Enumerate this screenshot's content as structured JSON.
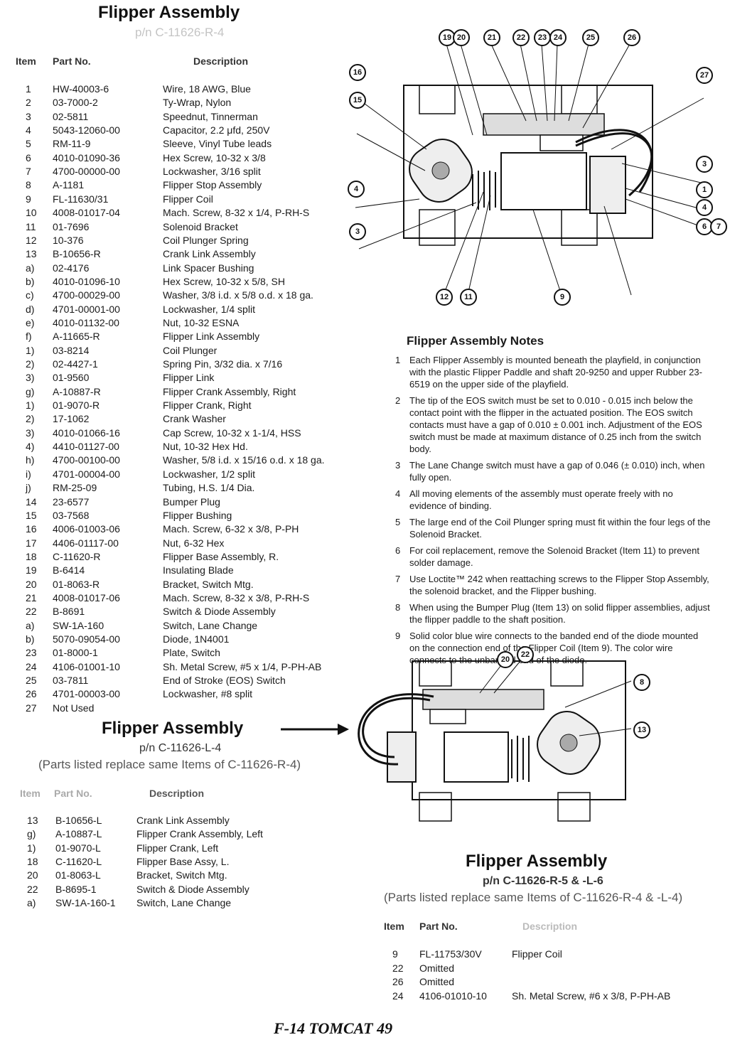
{
  "rh_section": {
    "title": "Flipper Assembly",
    "pn": "p/n C-11626-R-4",
    "headers": {
      "item": "Item",
      "part": "Part No.",
      "desc": "Description"
    },
    "rows": [
      {
        "item": "1",
        "part": "HW-40003-6",
        "desc": "Wire, 18 AWG, Blue"
      },
      {
        "item": "2",
        "part": "03-7000-2",
        "desc": "Ty-Wrap, Nylon"
      },
      {
        "item": "3",
        "part": "02-5811",
        "desc": "Speednut, Tinnerman"
      },
      {
        "item": "4",
        "part": "5043-12060-00",
        "desc": "Capacitor, 2.2 μfd, 250V"
      },
      {
        "item": "5",
        "part": "RM-11-9",
        "desc": "Sleeve, Vinyl Tube leads"
      },
      {
        "item": "6",
        "part": "4010-01090-36",
        "desc": "Hex Screw, 10-32 x 3/8"
      },
      {
        "item": "7",
        "part": "4700-00000-00",
        "desc": "Lockwasher, 3/16 split"
      },
      {
        "item": "8",
        "part": "A-1181",
        "desc": "Flipper Stop Assembly"
      },
      {
        "item": "9",
        "part": "FL-11630/31",
        "desc": "Flipper Coil"
      },
      {
        "item": "10",
        "part": "4008-01017-04",
        "desc": "Mach. Screw, 8-32 x 1/4, P-RH-S"
      },
      {
        "item": "11",
        "part": "01-7696",
        "desc": "Solenoid Bracket"
      },
      {
        "item": "12",
        "part": "10-376",
        "desc": "Coil Plunger Spring"
      },
      {
        "item": "13",
        "part": "B-10656-R",
        "desc": "Crank Link Assembly"
      },
      {
        "item": "a)",
        "part": "02-4176",
        "desc": "Link Spacer Bushing"
      },
      {
        "item": "b)",
        "part": "4010-01096-10",
        "desc": "Hex Screw, 10-32 x 5/8, SH"
      },
      {
        "item": "c)",
        "part": "4700-00029-00",
        "desc": "Washer, 3/8 i.d. x 5/8 o.d. x 18 ga."
      },
      {
        "item": "d)",
        "part": "4701-00001-00",
        "desc": "Lockwasher, 1/4 split"
      },
      {
        "item": "e)",
        "part": "4010-01132-00",
        "desc": "Nut, 10-32 ESNA"
      },
      {
        "item": "f)",
        "part": "A-11665-R",
        "desc": "Flipper Link Assembly"
      },
      {
        "item": "1)",
        "part": "03-8214",
        "desc": "Coil Plunger"
      },
      {
        "item": "2)",
        "part": "02-4427-1",
        "desc": "Spring Pin, 3/32 dia. x 7/16"
      },
      {
        "item": "3)",
        "part": "01-9560",
        "desc": "Flipper Link"
      },
      {
        "item": "g)",
        "part": "A-10887-R",
        "desc": "Flipper Crank Assembly, Right"
      },
      {
        "item": "1)",
        "part": "01-9070-R",
        "desc": "Flipper Crank, Right"
      },
      {
        "item": "2)",
        "part": "17-1062",
        "desc": "Crank Washer"
      },
      {
        "item": "3)",
        "part": "4010-01066-16",
        "desc": "Cap Screw, 10-32 x 1-1/4, HSS"
      },
      {
        "item": "4)",
        "part": "4410-01127-00",
        "desc": "Nut, 10-32 Hex Hd."
      },
      {
        "item": "h)",
        "part": "4700-00100-00",
        "desc": "Washer, 5/8 i.d. x 15/16 o.d. x 18 ga."
      },
      {
        "item": "i)",
        "part": "4701-00004-00",
        "desc": "Lockwasher, 1/2 split"
      },
      {
        "item": "j)",
        "part": "RM-25-09",
        "desc": "Tubing, H.S. 1/4 Dia."
      },
      {
        "item": "14",
        "part": "23-6577",
        "desc": "Bumper Plug"
      },
      {
        "item": "15",
        "part": "03-7568",
        "desc": "Flipper Bushing"
      },
      {
        "item": "16",
        "part": "4006-01003-06",
        "desc": "Mach. Screw, 6-32 x 3/8, P-PH"
      },
      {
        "item": "17",
        "part": "4406-01117-00",
        "desc": "Nut, 6-32 Hex"
      },
      {
        "item": "18",
        "part": "C-11620-R",
        "desc": "Flipper Base Assembly, R."
      },
      {
        "item": "19",
        "part": "B-6414",
        "desc": "Insulating Blade"
      },
      {
        "item": "20",
        "part": "01-8063-R",
        "desc": "Bracket, Switch Mtg."
      },
      {
        "item": "21",
        "part": "4008-01017-06",
        "desc": "Mach. Screw, 8-32 x 3/8, P-RH-S"
      },
      {
        "item": "22",
        "part": "B-8691",
        "desc": "Switch & Diode Assembly"
      },
      {
        "item": "a)",
        "part": "SW-1A-160",
        "desc": "Switch, Lane Change"
      },
      {
        "item": "b)",
        "part": "5070-09054-00",
        "desc": "Diode, 1N4001"
      },
      {
        "item": "23",
        "part": "01-8000-1",
        "desc": "Plate, Switch"
      },
      {
        "item": "24",
        "part": "4106-01001-10",
        "desc": "Sh. Metal Screw, #5 x 1/4, P-PH-AB"
      },
      {
        "item": "25",
        "part": "03-7811",
        "desc": "End of Stroke (EOS) Switch"
      },
      {
        "item": "26",
        "part": "4701-00003-00",
        "desc": "Lockwasher, #8 split"
      },
      {
        "item": "27",
        "part": "Not Used",
        "desc": ""
      }
    ]
  },
  "arrow_label": {
    "title": "Flipper Assembly",
    "pn": "p/n C-11626-L-4",
    "note": "(Parts listed replace same Items of C-11626-R-4)"
  },
  "lh_section": {
    "headers": {
      "item": "Item",
      "part": "Part No.",
      "desc": "Description"
    },
    "rows": [
      {
        "item": "13",
        "part": "B-10656-L",
        "desc": "Crank Link Assembly"
      },
      {
        "item": "g)",
        "part": "A-10887-L",
        "desc": "Flipper Crank Assembly, Left"
      },
      {
        "item": "1)",
        "part": "01-9070-L",
        "desc": "Flipper Crank, Left"
      },
      {
        "item": "18",
        "part": "C-11620-L",
        "desc": "Flipper Base Assy, L."
      },
      {
        "item": "20",
        "part": "01-8063-L",
        "desc": "Bracket, Switch Mtg."
      },
      {
        "item": "22",
        "part": "B-8695-1",
        "desc": "Switch & Diode Assembly"
      },
      {
        "item": "a)",
        "part": "SW-1A-160-1",
        "desc": "Switch, Lane Change"
      }
    ]
  },
  "notes": {
    "title": "Flipper Assembly Notes",
    "items": [
      {
        "n": "1",
        "text": "Each Flipper Assembly is mounted beneath the playfield, in conjunction with the plastic Flipper Paddle and shaft 20-9250 and upper Rubber 23-6519 on the upper side of the playfield."
      },
      {
        "n": "2",
        "text": "The tip of the EOS switch must be set to 0.010 - 0.015 inch below the contact point with the flipper in the actuated position. The EOS switch contacts must have a gap of 0.010 ± 0.001 inch. Adjustment of the EOS switch must be made at maximum distance of 0.25 inch from the switch body."
      },
      {
        "n": "3",
        "text": "The Lane Change switch must have a gap of 0.046 (± 0.010) inch, when fully open."
      },
      {
        "n": "4",
        "text": "All moving elements of the assembly must operate freely with no evidence of binding."
      },
      {
        "n": "5",
        "text": "The large end of the Coil Plunger spring must fit within the four legs of the Solenoid Bracket."
      },
      {
        "n": "6",
        "text": "For coil replacement, remove the Solenoid Bracket (Item 11) to prevent solder damage."
      },
      {
        "n": "7",
        "text": "Use Loctite™ 242 when reattaching screws to the Flipper Stop Assembly, the solenoid bracket, and the Flipper bushing."
      },
      {
        "n": "8",
        "text": "When using the Bumper Plug (Item 13) on solid flipper assemblies, adjust the flipper paddle to the shaft position."
      },
      {
        "n": "9",
        "text": "Solid color blue wire connects to the banded end of the diode mounted on the connection end of the Flipper Coil (Item 9). The color wire connects to the unbanded end of the diode."
      }
    ]
  },
  "bottom_right": {
    "title": "Flipper Assembly",
    "pn": "p/n C-11626-R-5 & -L-6",
    "note": "(Parts listed replace same Items of C-11626-R-4 & -L-4)",
    "headers": {
      "item": "Item",
      "part": "Part No.",
      "desc": "Description"
    },
    "rows": [
      {
        "item": "9",
        "part": "FL-11753/30V",
        "desc": "Flipper Coil"
      },
      {
        "item": "22",
        "part": "Omitted",
        "desc": ""
      },
      {
        "item": "26",
        "part": "Omitted",
        "desc": ""
      },
      {
        "item": "24",
        "part": "4106-01010-10",
        "desc": "Sh. Metal Screw, #6 x 3/8, P-PH-AB"
      }
    ]
  },
  "footer": "F-14 TOMCAT 49",
  "callouts_top": {
    "top_row": [
      "19",
      "20",
      "21",
      "22",
      "23",
      "24",
      "25",
      "26"
    ],
    "left": [
      "16",
      "15",
      "4",
      "3"
    ],
    "right": [
      "27",
      "3",
      "1",
      "4",
      "6",
      "7"
    ],
    "bottom": [
      "12",
      "11",
      "9"
    ]
  },
  "callouts_bottom": [
    "20",
    "22",
    "8",
    "13"
  ]
}
